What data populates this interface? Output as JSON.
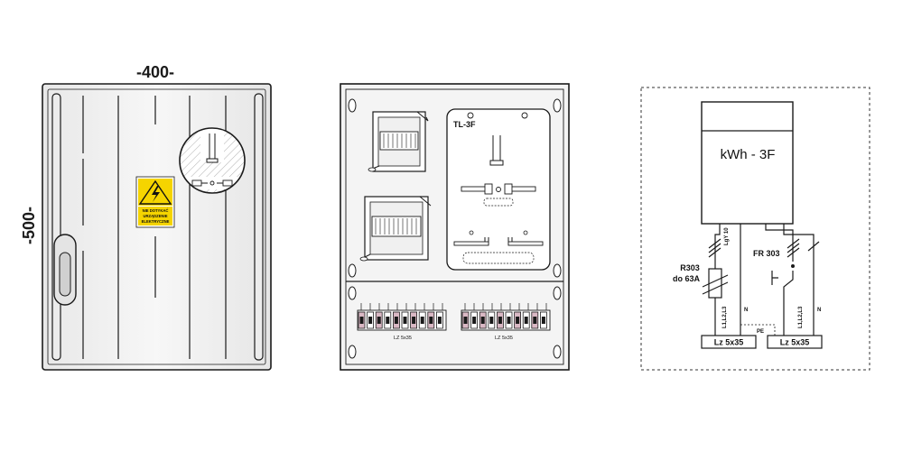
{
  "front_view": {
    "width_label": "-400-",
    "height_label": "-500-",
    "warning_sign": {
      "line1": "NIE DOTYKAĆ",
      "line2": "URZĄDZENIE",
      "line3": "ELEKTRYCZNE"
    }
  },
  "interior_view": {
    "meter_plate_label": "TL-3F",
    "terminal_left_label": "LZ 5x35",
    "terminal_right_label": "LZ 5x35"
  },
  "schematic": {
    "meter_label": "kWh - 3F",
    "cable_label": "LgY 10",
    "fuse_label_line1": "R303",
    "fuse_label_line2": "do 63A",
    "switch_label": "FR 303",
    "left_phase_label": "L1,L2,L3",
    "left_neutral_label": "N",
    "right_phase_label": "L1,L2,L3",
    "right_neutral_label": "N",
    "pe_label": "PE",
    "terminal_left_label": "Lz 5x35",
    "terminal_right_label": "Lz 5x35"
  },
  "colors": {
    "line": "#1a1a1a",
    "panel_fill": "#f2f2f2",
    "warning_yellow": "#f5d400",
    "terminal_pink": "#d9b8c4"
  }
}
